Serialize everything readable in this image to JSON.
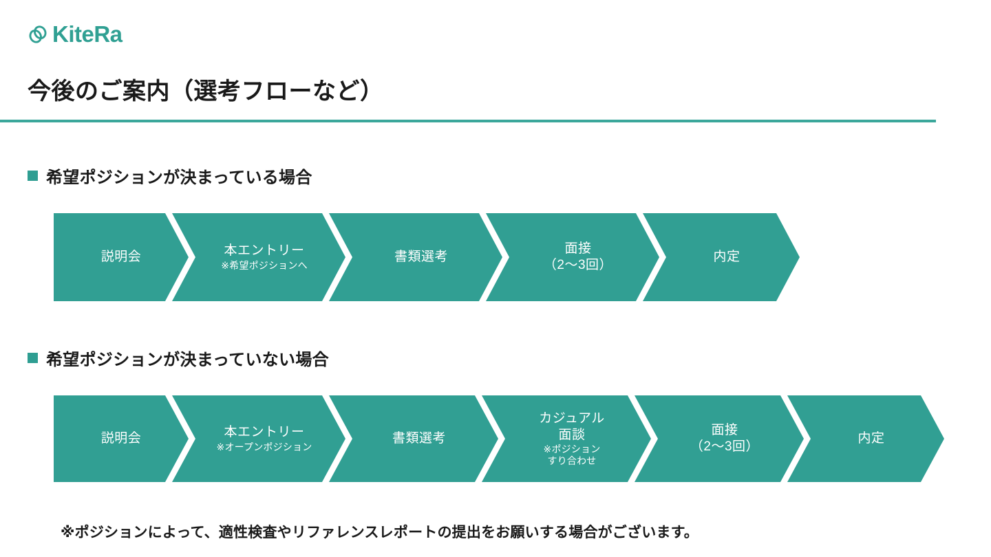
{
  "brand": {
    "logo_text": "KiteRa",
    "logo_icon": "interlocking-rings-icon",
    "accent_color": "#30a093",
    "rule_color": "#3ba79b",
    "chevron_color": "#319f93"
  },
  "slide": {
    "title": "今後のご案内（選考フローなど）",
    "footnote": "※ポジションによって、適性検査やリファレンスレポートの提出をお願いする場合がございます。"
  },
  "sections": [
    {
      "heading": "希望ポジションが決まっている場合",
      "bullet": "square-bullet-icon",
      "steps": [
        {
          "label": "説明会",
          "sub": ""
        },
        {
          "label": "本エントリー",
          "sub": "※希望ポジションへ"
        },
        {
          "label": "書類選考",
          "sub": ""
        },
        {
          "label": "面接\n（2～3回）",
          "sub": ""
        },
        {
          "label": "内定",
          "sub": ""
        }
      ]
    },
    {
      "heading": "希望ポジションが決まっていない場合",
      "bullet": "square-bullet-icon",
      "steps": [
        {
          "label": "説明会",
          "sub": ""
        },
        {
          "label": "本エントリー",
          "sub": "※オープンポジション"
        },
        {
          "label": "書類選考",
          "sub": ""
        },
        {
          "label": "カジュアル\n面談",
          "sub": "※ポジション\nすり合わせ"
        },
        {
          "label": "面接\n（2～3回）",
          "sub": ""
        },
        {
          "label": "内定",
          "sub": ""
        }
      ]
    }
  ]
}
